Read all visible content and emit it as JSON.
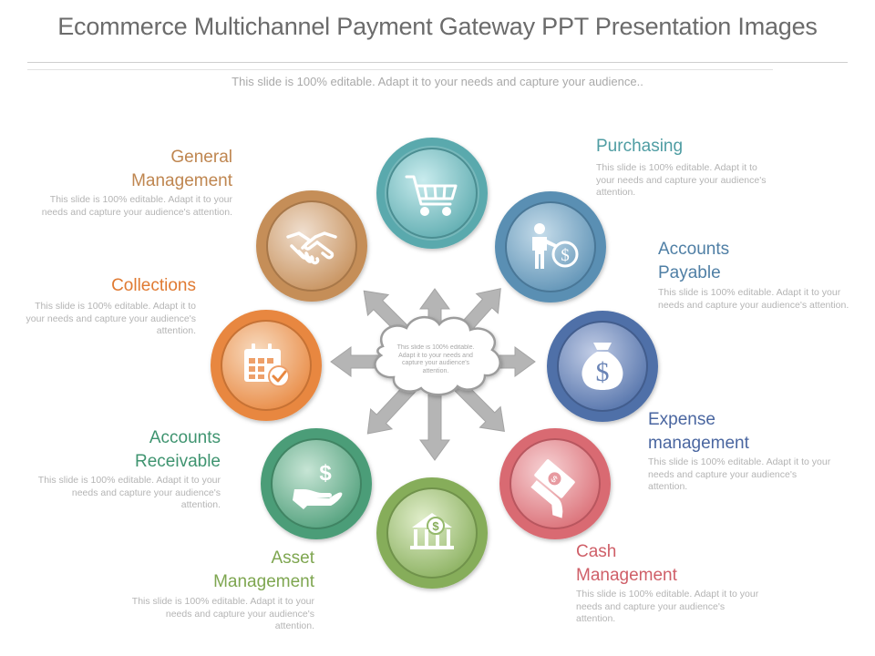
{
  "title": "Ecommerce Multichannel Payment Gateway PPT Presentation Images",
  "subtitle": "This slide is 100% editable. Adapt it to your needs and capture your audience..",
  "center_text": "This slide is 100% editable. Adapt it to your needs and capture your audience's attention.",
  "nodes": [
    {
      "id": "purchasing",
      "label": "Purchasing",
      "desc": "This slide is 100% editable. Adapt it to your needs and capture your audience's attention.",
      "color": "#5aa9ad",
      "icon": "shopping-cart-icon"
    },
    {
      "id": "accounts-payable",
      "label": "Accounts Payable",
      "desc": "This slide is 100% editable. Adapt it to your needs and capture your audience's attention.",
      "color": "#5a8fb3",
      "icon": "person-dollar-icon"
    },
    {
      "id": "expense-management",
      "label": "Expense management",
      "desc": "This slide is 100% editable. Adapt it to your needs and capture your audience's attention.",
      "color": "#4f6fa8",
      "icon": "money-bag-icon"
    },
    {
      "id": "cash-management",
      "label": "Cash Management",
      "desc": "This slide is 100% editable. Adapt it to your needs and capture your audience's attention.",
      "color": "#d96a72",
      "icon": "hand-cash-icon"
    },
    {
      "id": "asset-management",
      "label": "Asset Management",
      "desc": "This slide is 100% editable. Adapt it to your needs and capture your audience's attention.",
      "color": "#86ad5a",
      "icon": "bank-icon"
    },
    {
      "id": "accounts-receivable",
      "label": "Accounts Receivable",
      "desc": "This slide is 100% editable. Adapt it to your needs and capture your audience's attention.",
      "color": "#4c9d78",
      "icon": "hand-dollar-icon"
    },
    {
      "id": "collections",
      "label": "Collections",
      "desc": "This slide is 100% editable. Adapt it to your needs and capture your audience's attention.",
      "color": "#e8873f",
      "icon": "calendar-check-icon"
    },
    {
      "id": "general-management",
      "label": "General Management",
      "desc": "This slide is 100% editable. Adapt it to your needs and capture your audience's attention.",
      "color": "#c58e58",
      "icon": "handshake-icon"
    }
  ]
}
